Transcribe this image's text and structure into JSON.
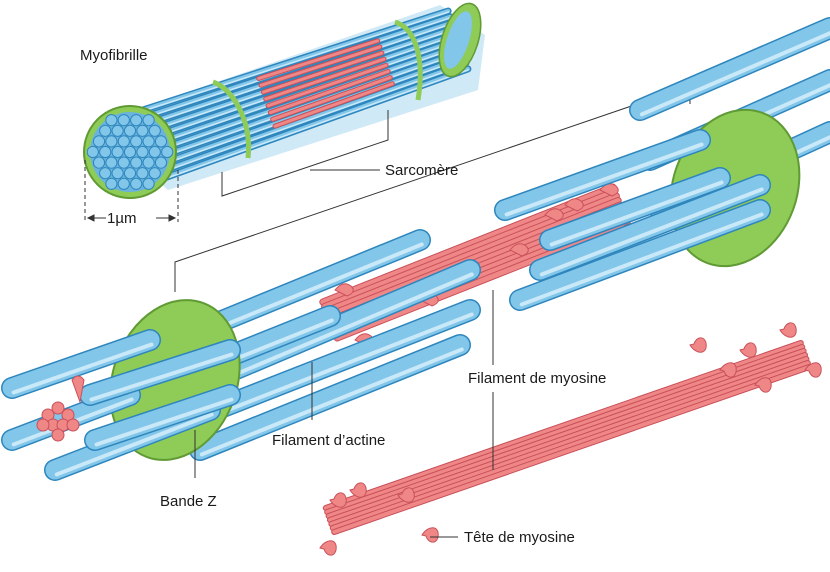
{
  "labels": {
    "myofibril": "Myofibrille",
    "scale": "1µm",
    "sarcomere": "Sarcomère",
    "myosin_filament": "Filament de myosine",
    "actin_filament": "Filament d’actine",
    "z_band": "Bande Z",
    "myosin_head": "Tête de myosine"
  },
  "colors": {
    "actin": "#82c6ea",
    "actin_dark": "#2e86bd",
    "myosin": "#ef8787",
    "myosin_dark": "#c9505a",
    "z_disc": "#8fcb57",
    "z_disc_dark": "#5f9a34",
    "leader_line": "#333333"
  }
}
